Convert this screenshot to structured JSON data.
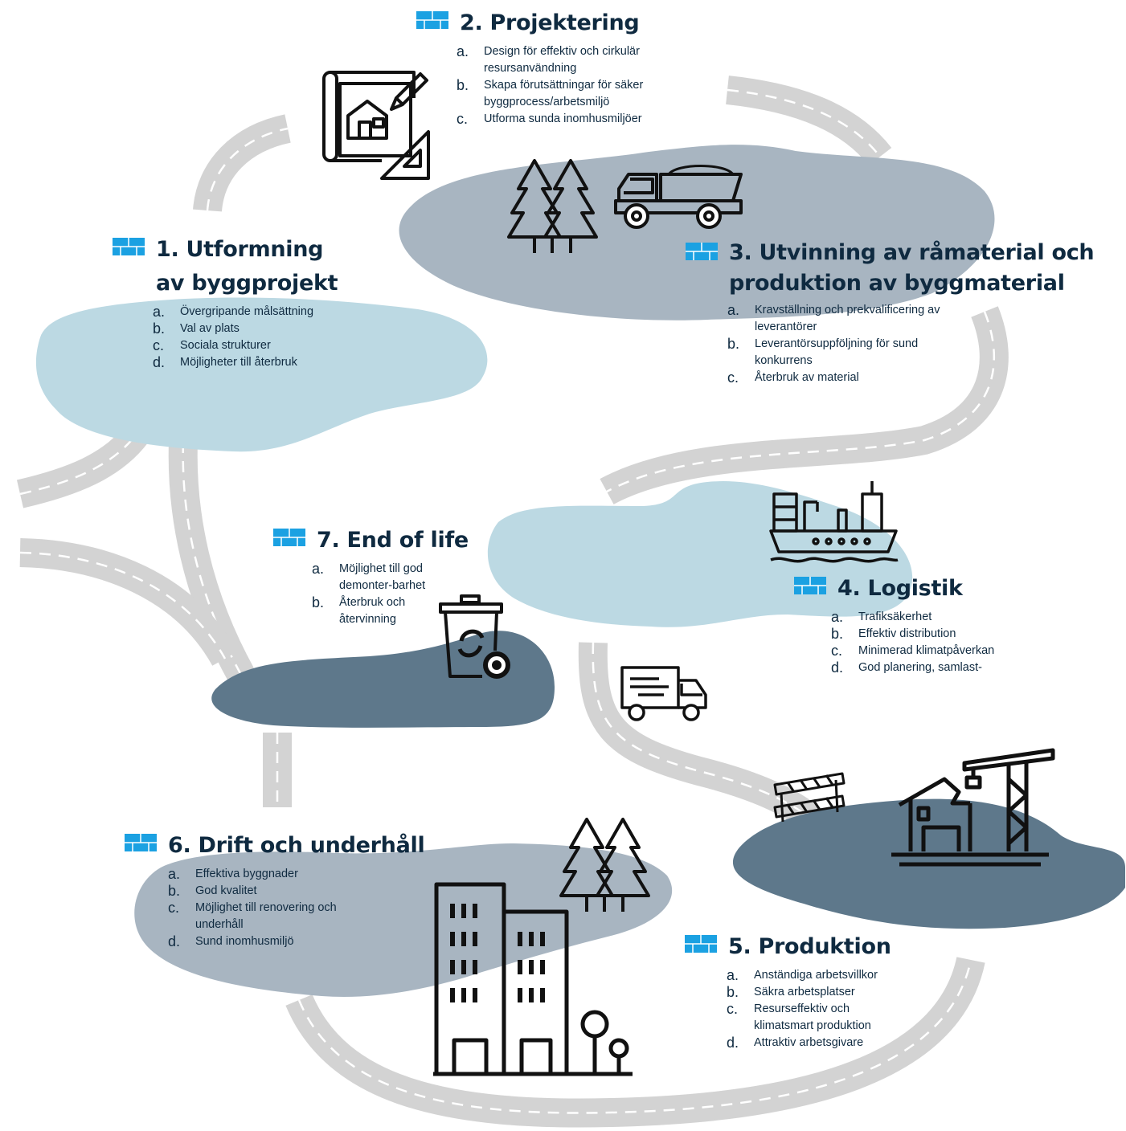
{
  "colors": {
    "road": "#d3d3d3",
    "road_dash": "#ffffff",
    "blob_light": "#bcd9e3",
    "blob_mid": "#a8b5c1",
    "blob_dark": "#5e788b",
    "heading_text": "#0f2a40",
    "accent_icon": "#1ba1e2"
  },
  "sections": [
    {
      "id": "s1",
      "title": "1. Utformning av byggprojekt",
      "items": [
        {
          "marker": "a.",
          "text": "Övergripande målsättning"
        },
        {
          "marker": "b.",
          "text": "Val av plats"
        },
        {
          "marker": "c.",
          "text": "Sociala strukturer"
        },
        {
          "marker": "d.",
          "text": "Möjligheter till återbruk"
        }
      ]
    },
    {
      "id": "s2",
      "title": "2. Projektering",
      "items": [
        {
          "marker": "a.",
          "text": "Design för effektiv och cirkulär resursanvändning"
        },
        {
          "marker": "b.",
          "text": "Skapa förutsättningar för säker byggprocess/arbetsmiljö"
        },
        {
          "marker": "c.",
          "text": "Utforma sunda inomhusmiljöer"
        }
      ]
    },
    {
      "id": "s3",
      "title": "3. Utvinning av råmaterial och produktion av byggmaterial",
      "items": [
        {
          "marker": "a.",
          "text": "Kravställning och prekvalificering av leverantörer"
        },
        {
          "marker": "b.",
          "text": "Leverantörsuppföljning för sund konkurrens"
        },
        {
          "marker": "c.",
          "text": "Återbruk av material"
        }
      ]
    },
    {
      "id": "s4",
      "title": "4. Logistik",
      "items": [
        {
          "marker": "a.",
          "text": "Trafiksäkerhet"
        },
        {
          "marker": "b.",
          "text": "Effektiv distribution"
        },
        {
          "marker": "c.",
          "text": "Minimerad klimatpåverkan"
        },
        {
          "marker": "d.",
          "text": "God planering, samlast-"
        }
      ]
    },
    {
      "id": "s5",
      "title": "5. Produktion",
      "items": [
        {
          "marker": "a.",
          "text": "Anständiga arbetsvillkor"
        },
        {
          "marker": "b.",
          "text": "Säkra arbetsplatser"
        },
        {
          "marker": "c.",
          "text": "Resurseffektiv och klimatsmart produktion"
        },
        {
          "marker": "d.",
          "text": "Attraktiv arbetsgivare"
        }
      ]
    },
    {
      "id": "s6",
      "title": "6. Drift och underhåll",
      "items": [
        {
          "marker": "a.",
          "text": "Effektiva byggnader"
        },
        {
          "marker": "b.",
          "text": "God kvalitet"
        },
        {
          "marker": "c.",
          "text": "Möjlighet till renovering och underhåll"
        },
        {
          "marker": "d.",
          "text": "Sund inomhusmiljö"
        }
      ]
    },
    {
      "id": "s7",
      "title": "7. End of life",
      "items": [
        {
          "marker": "a.",
          "text": "Möjlighet till god demonter-barhet"
        },
        {
          "marker": "b.",
          "text": "Återbruk och återvinning"
        }
      ]
    }
  ],
  "icons": [
    "blueprint-icon",
    "trees-icon",
    "dump-truck-icon",
    "cargo-ship-icon",
    "delivery-truck-icon",
    "road-barrier-icon",
    "construction-crane-icon",
    "city-buildings-icon",
    "recycle-bin-icon"
  ]
}
